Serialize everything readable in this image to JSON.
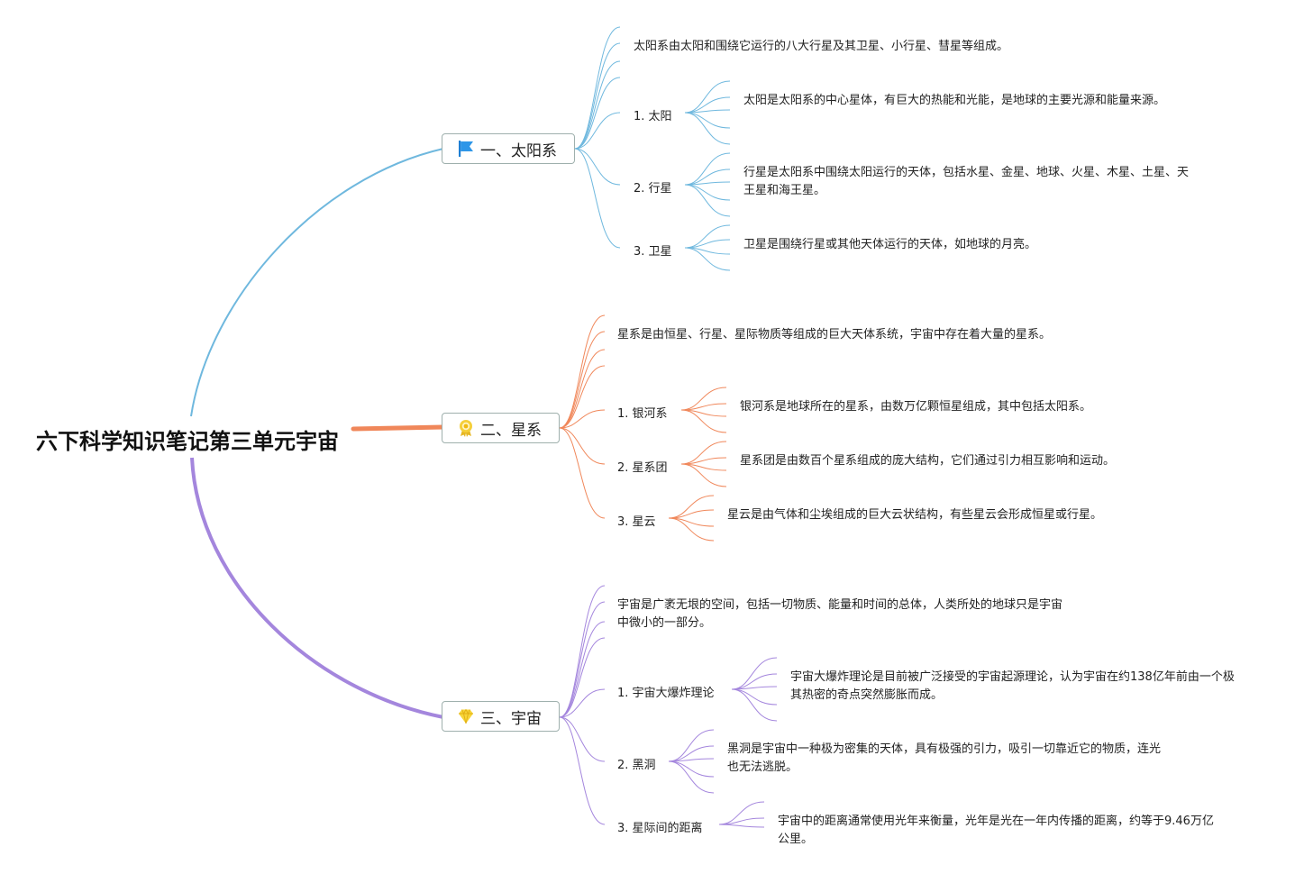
{
  "root": {
    "title": "六下科学知识笔记第三单元宇宙"
  },
  "colors": {
    "solar": "#6fb8de",
    "galaxy": "#f0875a",
    "universe": "#a486dd",
    "trunk": "#f0875a"
  },
  "branches": [
    {
      "title": "一、太阳系",
      "icon": "flag-icon",
      "intro": "太阳系由太阳和围绕它运行的八大行星及其卫星、小行星、彗星等组成。",
      "items": [
        {
          "label": "1. 太阳",
          "text": "太阳是太阳系的中心星体，有巨大的热能和光能，是地球的主要光源和能量来源。"
        },
        {
          "label": "2. 行星",
          "text": "行星是太阳系中围绕太阳运行的天体，包括水星、金星、地球、火星、木星、土星、天王星和海王星。"
        },
        {
          "label": "3. 卫星",
          "text": "卫星是围绕行星或其他天体运行的天体，如地球的月亮。"
        }
      ]
    },
    {
      "title": "二、星系",
      "icon": "award-icon",
      "intro": "星系是由恒星、行星、星际物质等组成的巨大天体系统，宇宙中存在着大量的星系。",
      "items": [
        {
          "label": "1. 银河系",
          "text": "银河系是地球所在的星系，由数万亿颗恒星组成，其中包括太阳系。"
        },
        {
          "label": "2. 星系团",
          "text": "星系团是由数百个星系组成的庞大结构，它们通过引力相互影响和运动。"
        },
        {
          "label": "3. 星云",
          "text": "星云是由气体和尘埃组成的巨大云状结构，有些星云会形成恒星或行星。"
        }
      ]
    },
    {
      "title": "三、宇宙",
      "icon": "diamond-icon",
      "intro": "宇宙是广袤无垠的空间，包括一切物质、能量和时间的总体，人类所处的地球只是宇宙中微小的一部分。",
      "items": [
        {
          "label": "1. 宇宙大爆炸理论",
          "text": "宇宙大爆炸理论是目前被广泛接受的宇宙起源理论，认为宇宙在约138亿年前由一个极其热密的奇点突然膨胀而成。"
        },
        {
          "label": "2. 黑洞",
          "text": "黑洞是宇宙中一种极为密集的天体，具有极强的引力，吸引一切靠近它的物质，连光也无法逃脱。"
        },
        {
          "label": "3. 星际间的距离",
          "text": "宇宙中的距离通常使用光年来衡量，光年是光在一年内传播的距离，约等于9.46万亿公里。"
        }
      ]
    }
  ]
}
